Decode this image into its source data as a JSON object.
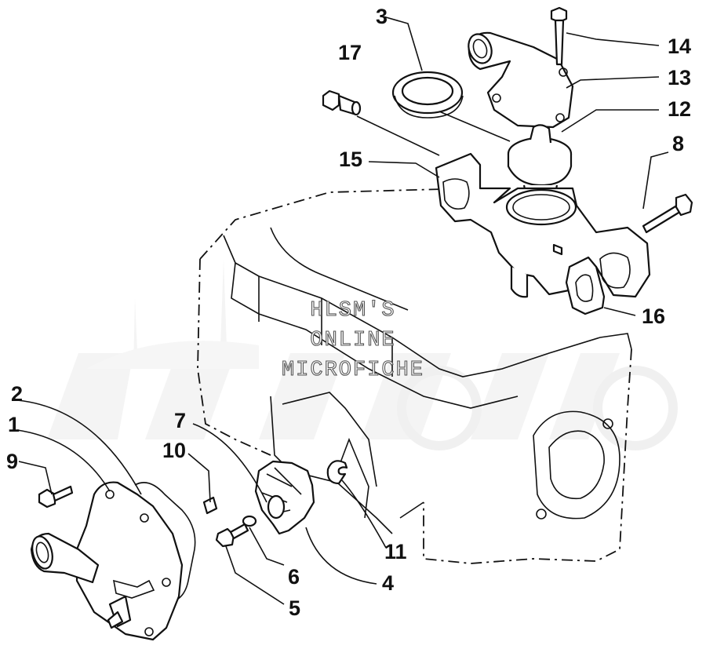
{
  "watermark": {
    "lines": [
      "HLSM'S",
      "ONLINE",
      "MICROFICHE"
    ],
    "logo": "AeHMoto"
  },
  "callouts": [
    {
      "id": "c1",
      "label": "1",
      "part": "water-pump-cover"
    },
    {
      "id": "c2",
      "label": "2",
      "part": "pump-cover-gasket"
    },
    {
      "id": "c3",
      "label": "3",
      "part": "thermostat-seal"
    },
    {
      "id": "c4",
      "label": "4",
      "part": "impeller"
    },
    {
      "id": "c5",
      "label": "5",
      "part": "impeller-bolt"
    },
    {
      "id": "c6",
      "label": "6",
      "part": "washer"
    },
    {
      "id": "c7",
      "label": "7",
      "part": "impeller-seal"
    },
    {
      "id": "c8",
      "label": "8",
      "part": "manifold-bolt"
    },
    {
      "id": "c9",
      "label": "9",
      "part": "cover-bolt"
    },
    {
      "id": "c10",
      "label": "10",
      "part": "dowel-pin"
    },
    {
      "id": "c11",
      "label": "11",
      "part": "circlip"
    },
    {
      "id": "c12",
      "label": "12",
      "part": "thermostat"
    },
    {
      "id": "c13",
      "label": "13",
      "part": "thermostat-housing-cover"
    },
    {
      "id": "c14",
      "label": "14",
      "part": "housing-cover-bolt"
    },
    {
      "id": "c15",
      "label": "15",
      "part": "water-manifold"
    },
    {
      "id": "c16",
      "label": "16",
      "part": "manifold-gasket"
    },
    {
      "id": "c17",
      "label": "17",
      "part": "bleed-screw"
    }
  ]
}
